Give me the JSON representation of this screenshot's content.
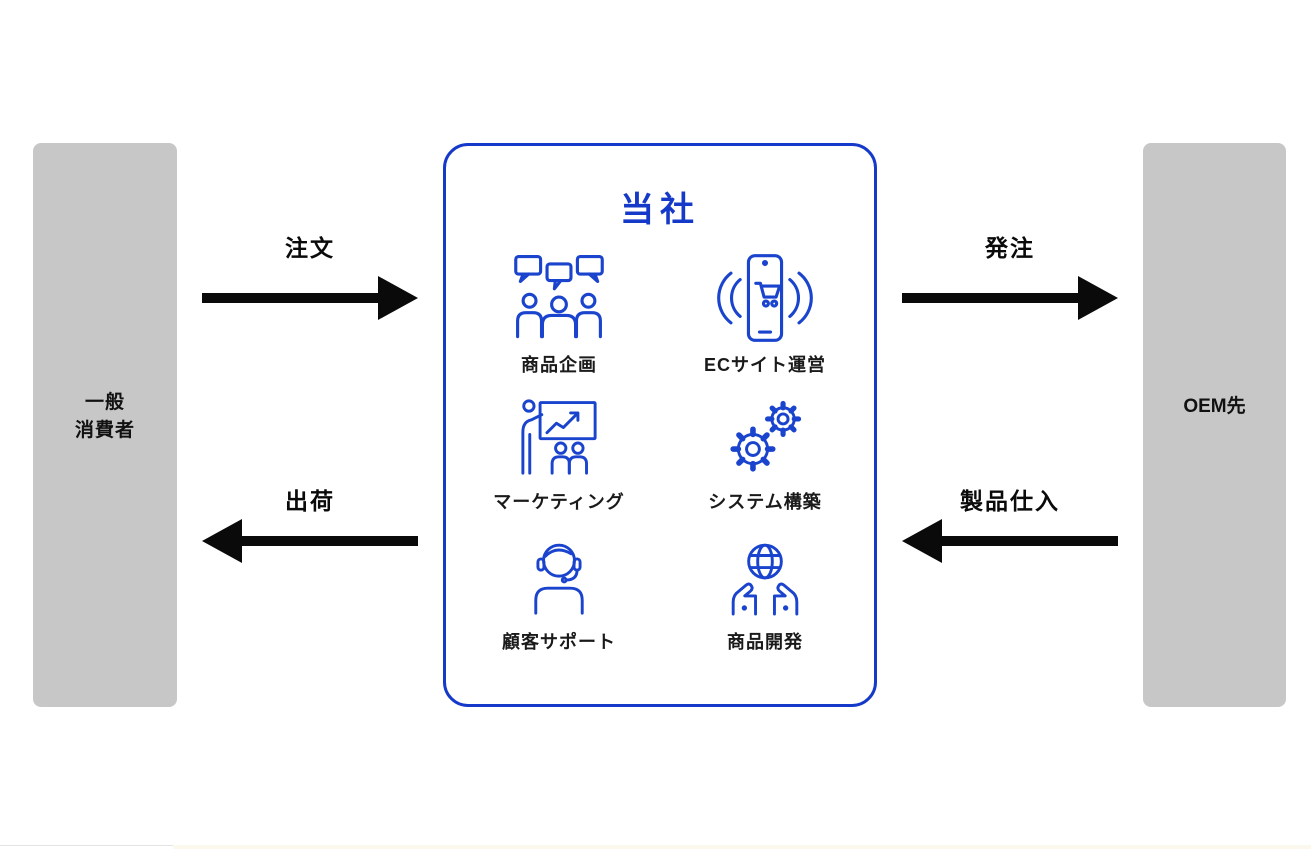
{
  "diagram": {
    "type": "business-flow",
    "colors": {
      "accent_blue": "#1539C8",
      "box_gray": "#C7C7C7",
      "arrow_black": "#0A0A0A",
      "label_dark": "#1A1A1A"
    },
    "left_box": {
      "label_line1": "一般",
      "label_line2": "消費者"
    },
    "right_box": {
      "label": "OEM先"
    },
    "center_box": {
      "title": "当社",
      "functions": [
        {
          "label": "商品企画",
          "icon": "people-chat-icon"
        },
        {
          "label": "ECサイト運営",
          "icon": "phone-cart-icon"
        },
        {
          "label": "マーケティング",
          "icon": "presentation-chart-icon"
        },
        {
          "label": "システム構築",
          "icon": "gears-icon"
        },
        {
          "label": "顧客サポート",
          "icon": "headset-person-icon"
        },
        {
          "label": "商品開発",
          "icon": "hands-globe-icon"
        }
      ]
    },
    "flows": {
      "order_to_company": {
        "label": "注文",
        "from": "一般消費者",
        "to": "当社",
        "direction": "right"
      },
      "shipment_to_consumer": {
        "label": "出荷",
        "from": "当社",
        "to": "一般消費者",
        "direction": "left"
      },
      "order_to_oem": {
        "label": "発注",
        "from": "当社",
        "to": "OEM先",
        "direction": "right"
      },
      "procurement_from_oem": {
        "label": "製品仕入",
        "from": "OEM先",
        "to": "当社",
        "direction": "left"
      }
    }
  }
}
